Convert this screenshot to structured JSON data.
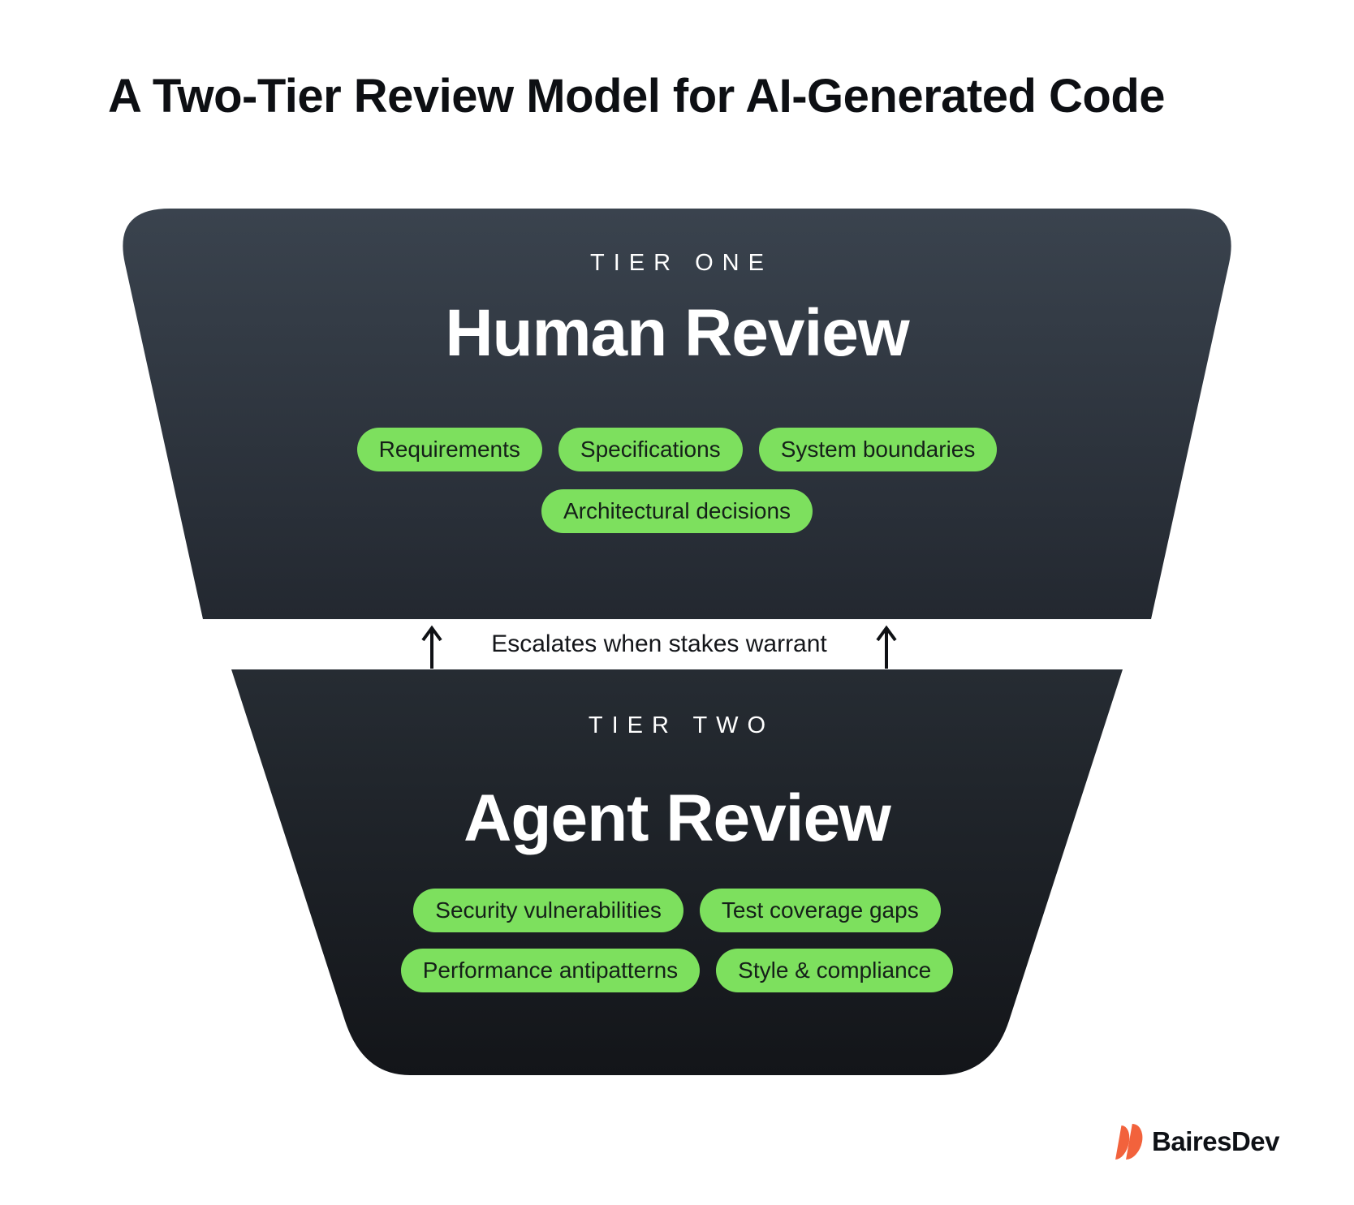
{
  "title": "A Two-Tier Review Model for AI-Generated Code",
  "funnel": {
    "tier_one": {
      "eyebrow": "TIER ONE",
      "heading": "Human Review",
      "pills": [
        "Requirements",
        "Specifications",
        "System boundaries",
        "Architectural decisions"
      ]
    },
    "connector": {
      "label": "Escalates when stakes warrant"
    },
    "tier_two": {
      "eyebrow": "TIER TWO",
      "heading": "Agent Review",
      "pills": [
        "Security vulnerabilities",
        "Test coverage gaps",
        "Performance antipatterns",
        "Style & compliance"
      ]
    }
  },
  "footer": {
    "brand": "BairesDev"
  },
  "colors": {
    "pill_green": "#7DE05E",
    "pill_text": "#152019",
    "tier_one_gradient_top": "#3A434E",
    "tier_one_gradient_bottom": "#232830",
    "tier_two_gradient_top": "#262C33",
    "tier_two_gradient_bottom": "#131519",
    "brand_orange": "#F2623C",
    "text_dark": "#0F1115"
  }
}
